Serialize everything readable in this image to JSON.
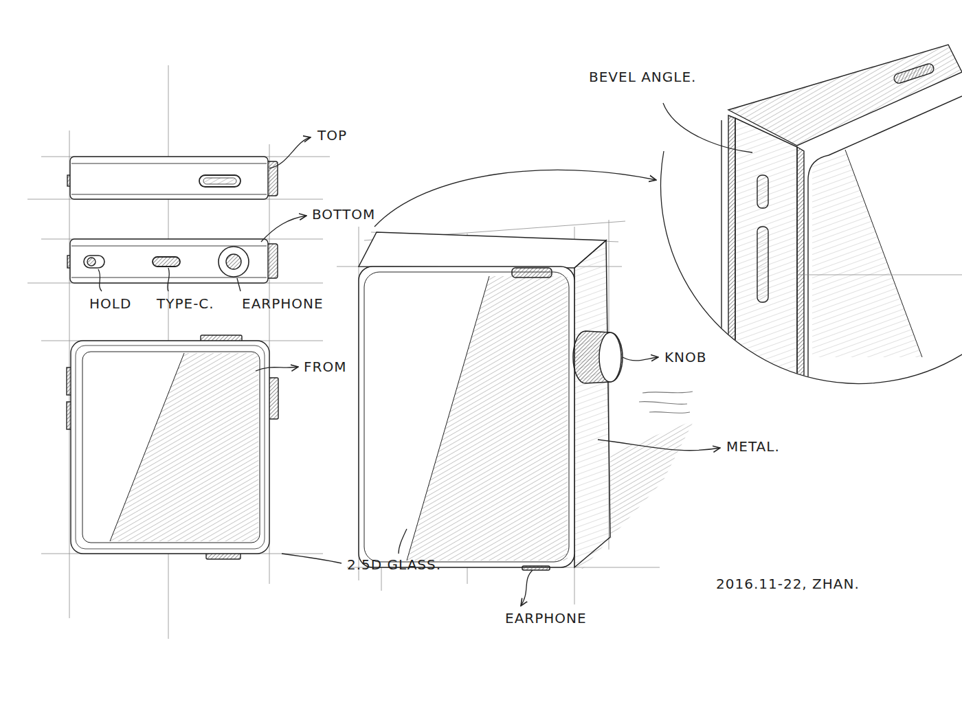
{
  "diagram": {
    "labels": [
      "TOP",
      "BOTTOM",
      "HOLD",
      "TYPE-C.",
      "EARPHONE",
      "FROM",
      "BEVEL ANGLE.",
      "KNOB",
      "METAL.",
      "2.5D GLASS.",
      "EARPHONE",
      "2016.11-22, ZHAN."
    ]
  }
}
